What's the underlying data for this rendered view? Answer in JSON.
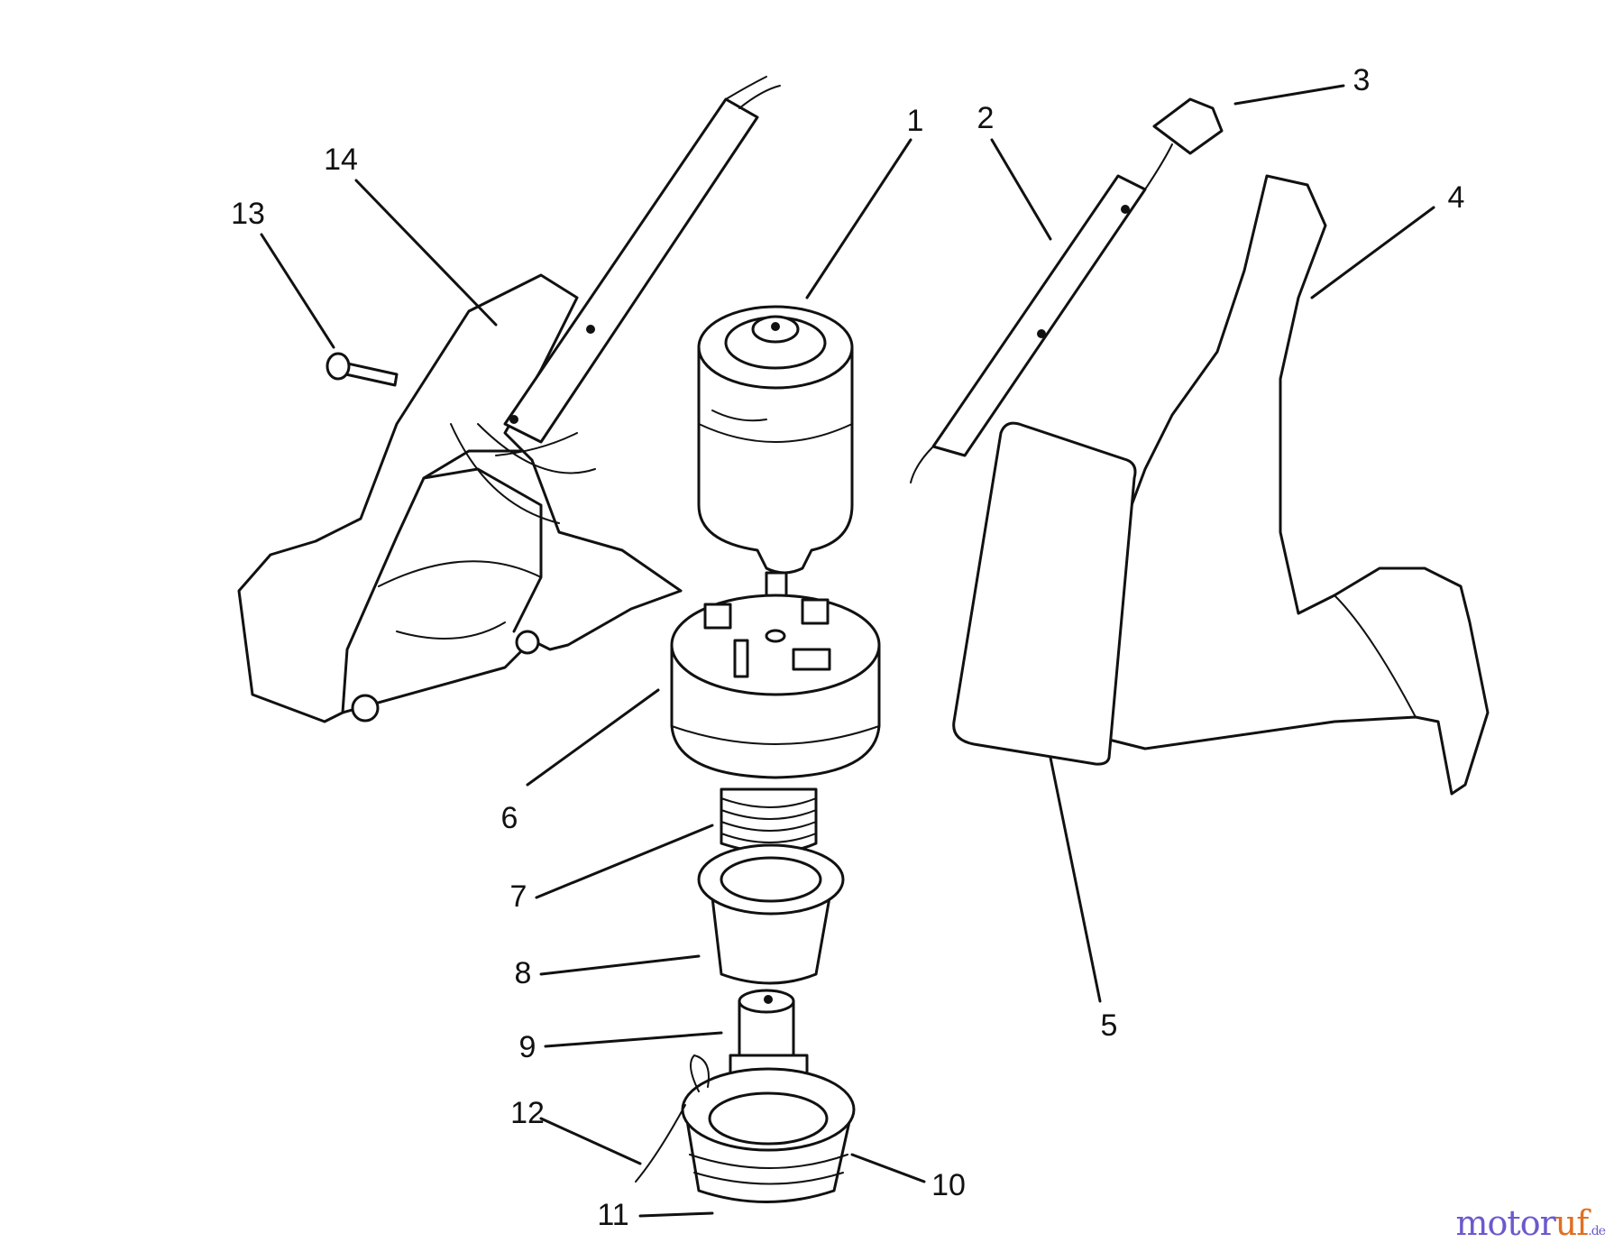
{
  "callouts": [
    {
      "id": "1",
      "label": "1"
    },
    {
      "id": "2",
      "label": "2"
    },
    {
      "id": "3",
      "label": "3"
    },
    {
      "id": "4",
      "label": "4"
    },
    {
      "id": "5",
      "label": "5"
    },
    {
      "id": "6",
      "label": "6"
    },
    {
      "id": "7",
      "label": "7"
    },
    {
      "id": "8",
      "label": "8"
    },
    {
      "id": "9",
      "label": "9"
    },
    {
      "id": "10",
      "label": "10"
    },
    {
      "id": "11",
      "label": "11"
    },
    {
      "id": "12",
      "label": "12"
    },
    {
      "id": "13",
      "label": "13"
    },
    {
      "id": "14",
      "label": "14"
    }
  ],
  "watermark": {
    "brand_a": "motor",
    "brand_b": "uf",
    "tld": ".de",
    "color_a": "#6a5acd",
    "color_b": "#e07020"
  }
}
